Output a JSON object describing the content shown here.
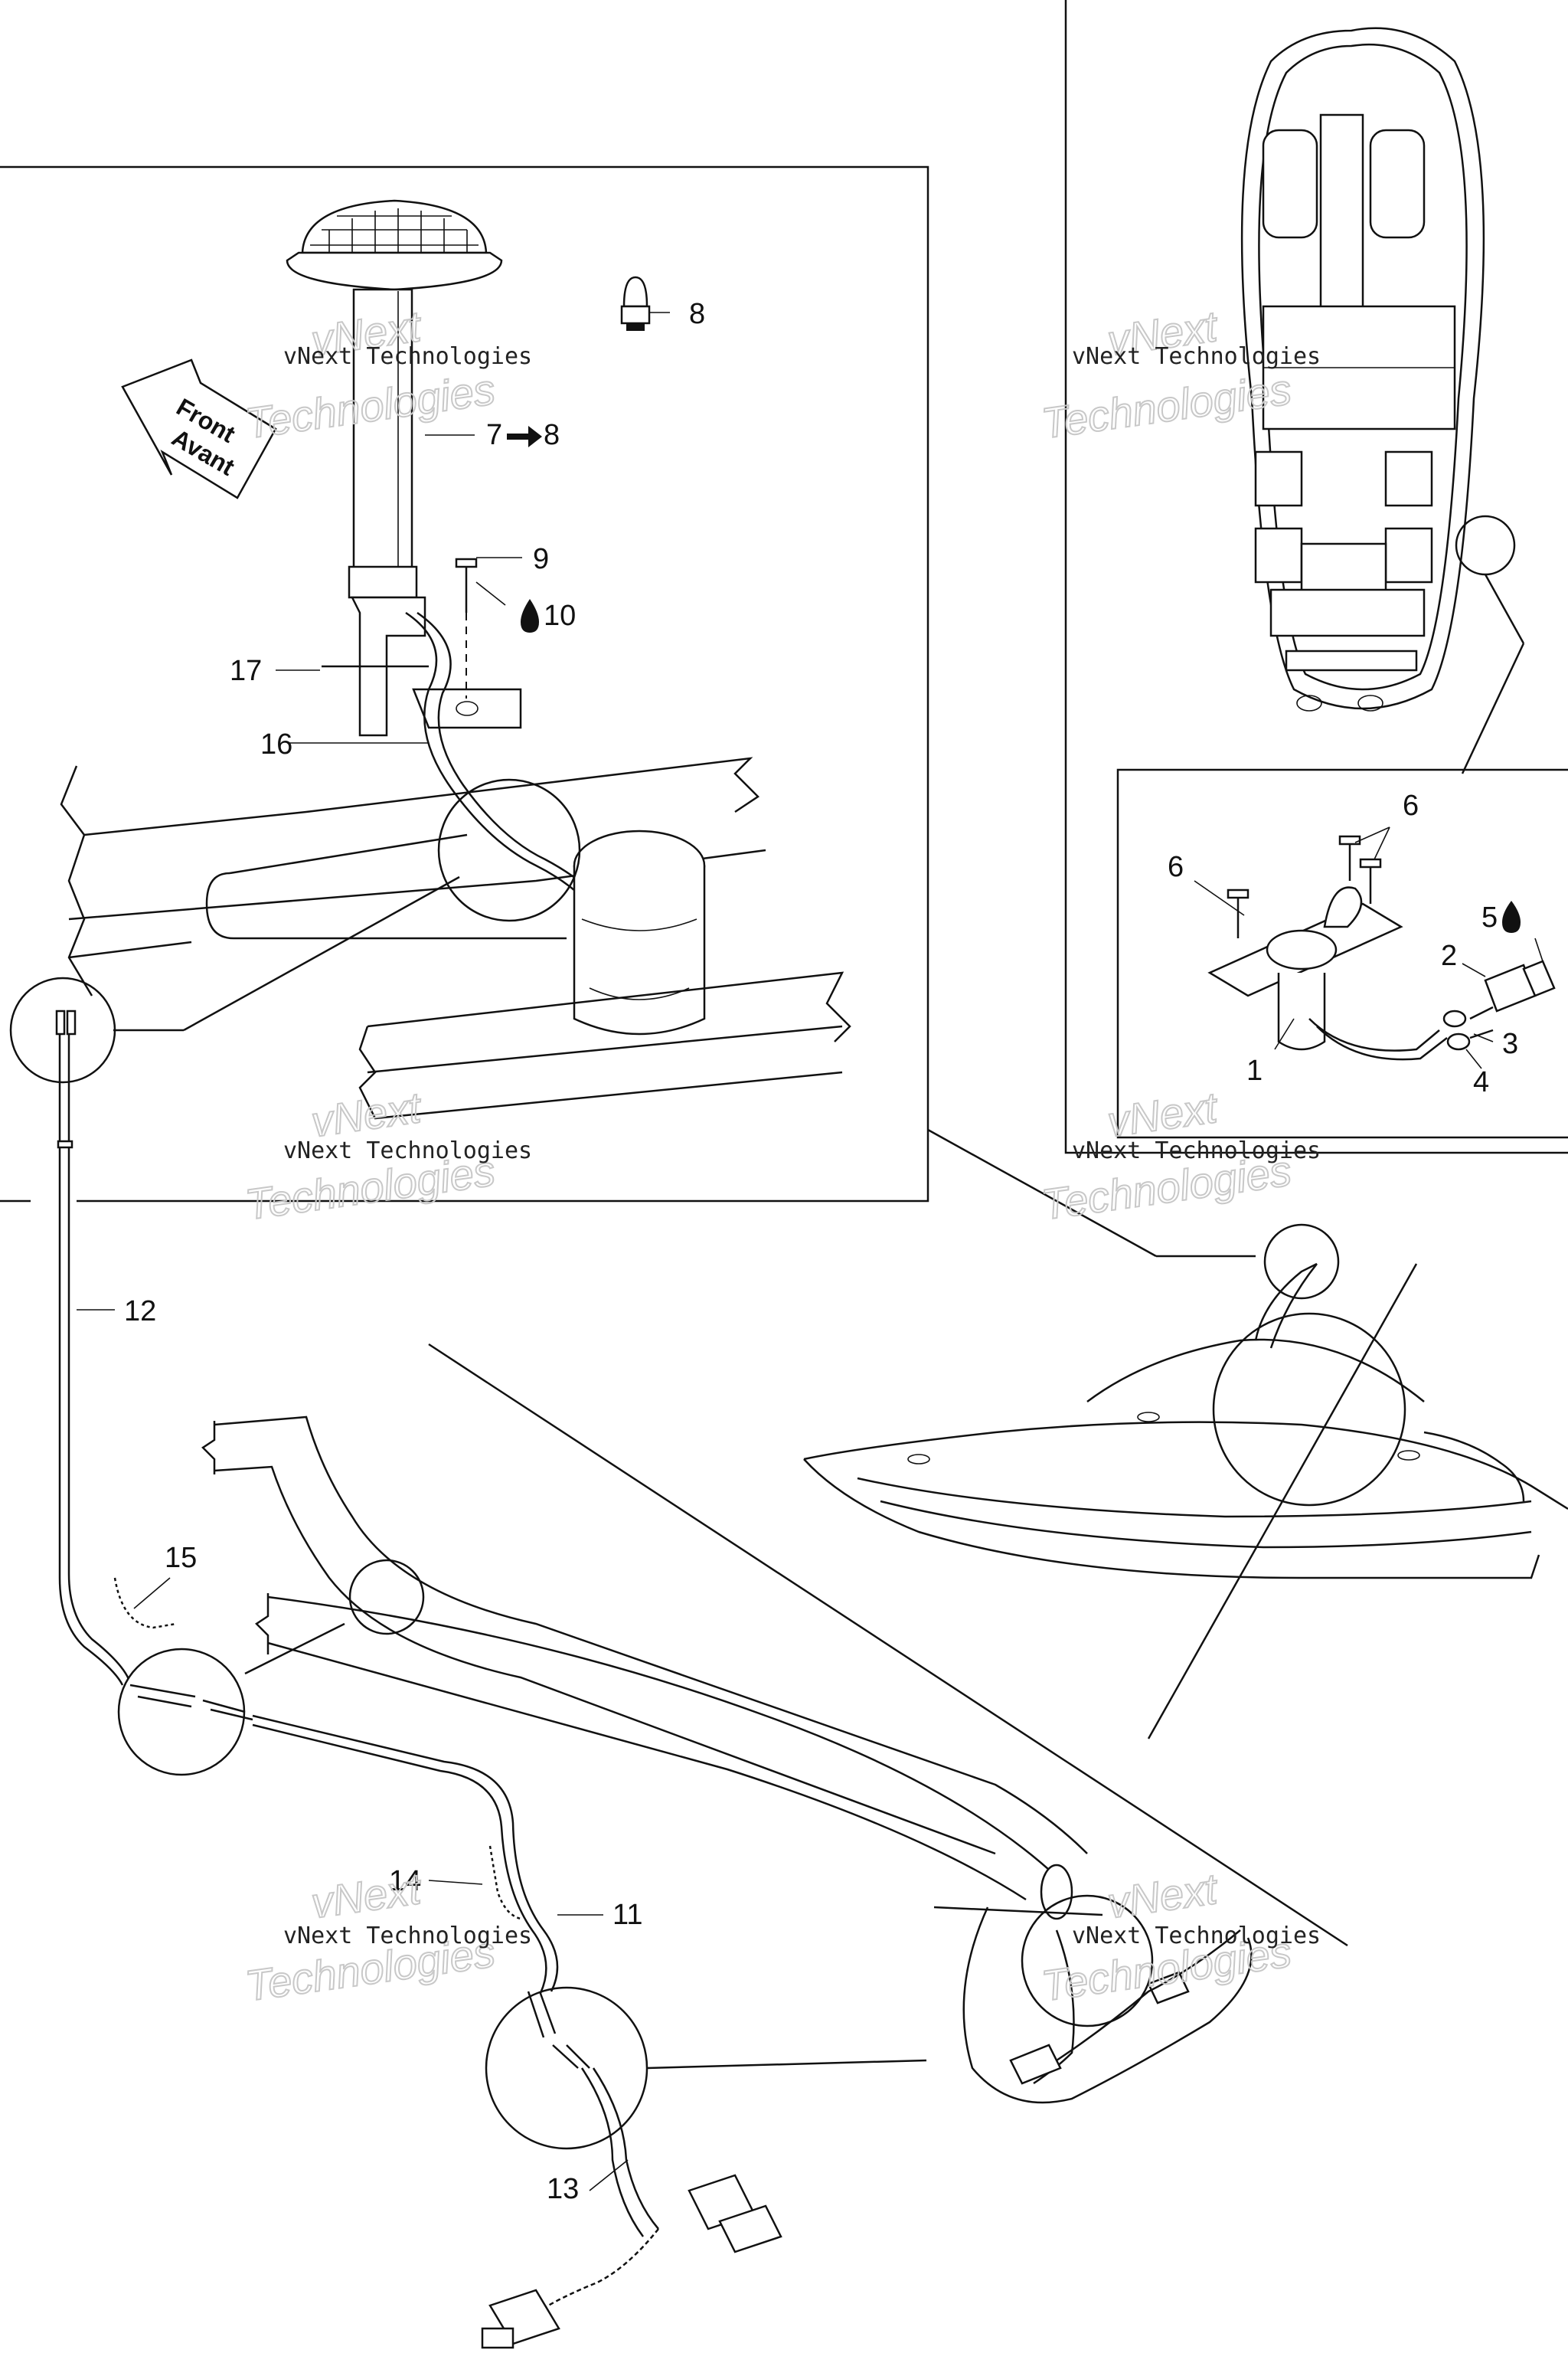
{
  "diagram": {
    "front_label": [
      "Front",
      "Avant"
    ],
    "watermark": {
      "line1": "vNext Technologies",
      "line2": "Technologies",
      "line2_top": "vNext"
    },
    "callouts": {
      "c1": "1",
      "c2": "2",
      "c3": "3",
      "c4": "4",
      "c5": "5",
      "c6a": "6",
      "c6b": "6",
      "c7": "7",
      "c7to": "8",
      "c8": "8",
      "c9": "9",
      "c10": "10",
      "c11": "11",
      "c12": "12",
      "c13": "13",
      "c14": "14",
      "c15": "15",
      "c16": "16",
      "c17": "17"
    },
    "icons": {
      "arrow": "right-arrow-icon",
      "drop": "liquid-drop-icon"
    }
  }
}
